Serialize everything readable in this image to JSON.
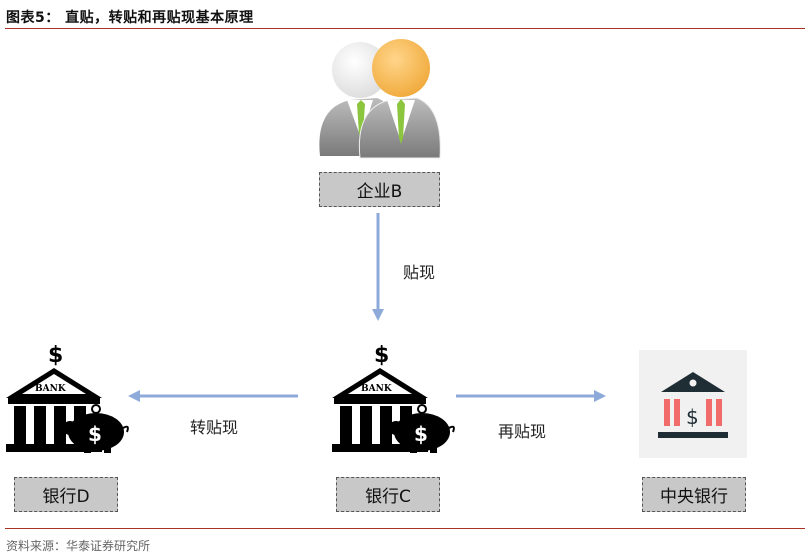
{
  "header": {
    "title": "图表5： 直贴，转贴和再贴现基本原理"
  },
  "nodes": {
    "enterprise_b": {
      "label": "企业B",
      "icon": "business-people-icon"
    },
    "bank_c": {
      "label": "银行C",
      "icon": "bank-piggybank-icon",
      "sign": "BANK"
    },
    "bank_d": {
      "label": "银行D",
      "icon": "bank-piggybank-icon",
      "sign": "BANK"
    },
    "central_bank": {
      "label": "中央银行",
      "icon": "central-bank-icon"
    }
  },
  "edges": [
    {
      "from": "企业B",
      "to": "银行C",
      "label": "贴现",
      "direction": "down"
    },
    {
      "from": "银行C",
      "to": "银行D",
      "label": "转贴现",
      "direction": "left"
    },
    {
      "from": "银行C",
      "to": "中央银行",
      "label": "再贴现",
      "direction": "right"
    }
  ],
  "footer": {
    "source": "资料来源：华泰证券研究所"
  },
  "colors": {
    "accent_rule": "#a93226",
    "arrow": "#8eaadb",
    "label_box": "#c8c8c8",
    "central_red": "#f26b6b",
    "central_dark": "#1f2d35"
  }
}
